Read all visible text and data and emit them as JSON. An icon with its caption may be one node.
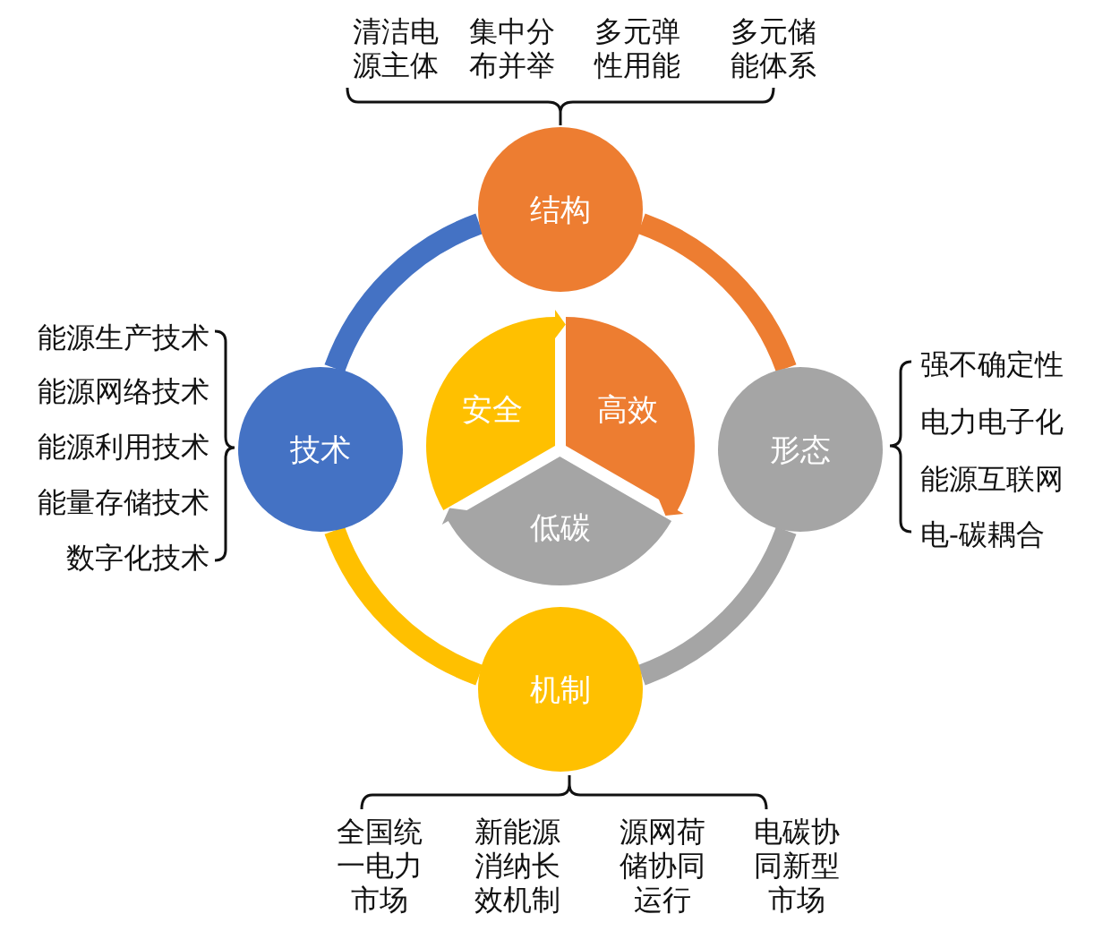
{
  "diagram": {
    "nodes": [
      {
        "text": [
          "结构"
        ]
      },
      {
        "text": [
          "技术"
        ]
      },
      {
        "text": [
          "安全"
        ]
      },
      {
        "text": [
          "高效"
        ]
      },
      {
        "text": [
          "形态"
        ]
      },
      {
        "text": [
          "低碳"
        ]
      },
      {
        "text": [
          "机制"
        ]
      }
    ],
    "edges": [
      {
        "from": 1,
        "to": 0,
        "arrow": "none",
        "color": "#4472c4"
      },
      {
        "from": 0,
        "to": 4,
        "arrow": "none",
        "color": "#ed7d31"
      },
      {
        "from": 4,
        "to": 6,
        "arrow": "none",
        "color": "#a5a5a5"
      },
      {
        "from": 6,
        "to": 1,
        "arrow": "none",
        "color": "#ffc000"
      }
    ],
    "labels": [
      "清洁电源主体",
      "集中分布并举",
      "多元弹性用能",
      "多元储能体系",
      "能源生产技术",
      "能源网络技术",
      "能源利用技术",
      "能量存储技术",
      "数字化技术",
      "强不确定性",
      "电力电子化",
      "能源互联网",
      "电-碳耦合",
      "全国统一电力市场",
      "新能源消纳长效机制",
      "源网荷储协同运行",
      "电碳协同新型市场"
    ]
  }
}
